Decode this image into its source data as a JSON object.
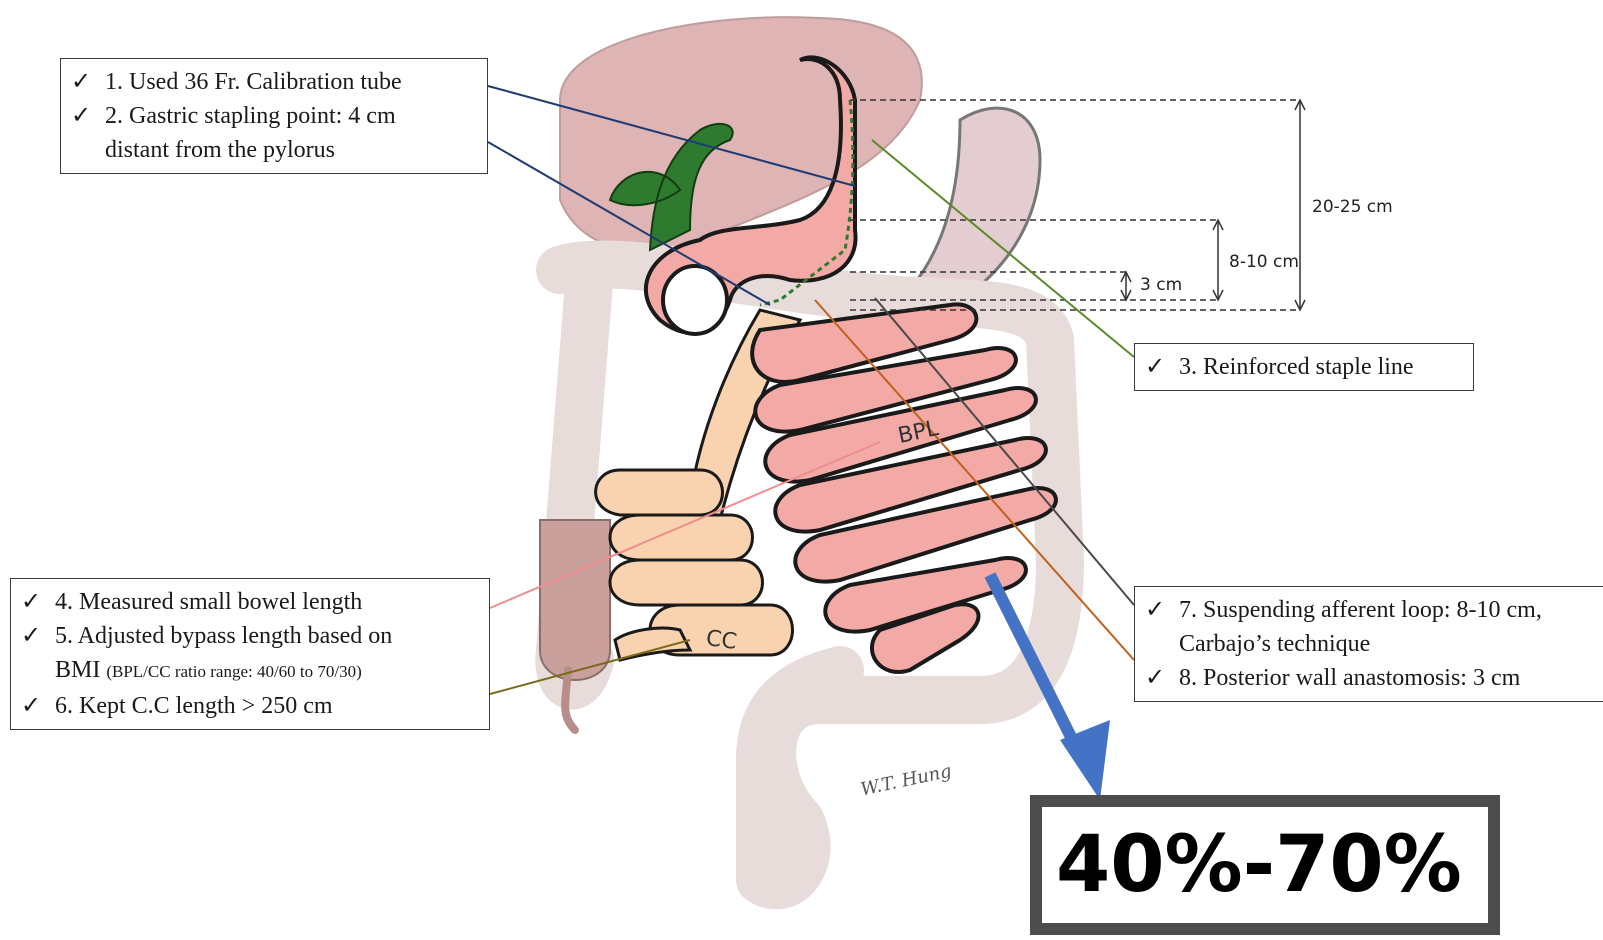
{
  "callouts": {
    "top_left": [
      {
        "check": "✓",
        "text": "1. Used 36 Fr. Calibration tube"
      },
      {
        "check": "✓",
        "text": "2. Gastric stapling point: 4 cm",
        "continuation": "distant from the pylorus"
      }
    ],
    "staple": [
      {
        "check": "✓",
        "text": "3. Reinforced staple line"
      }
    ],
    "bottom_left": [
      {
        "check": "✓",
        "text": "4. Measured small bowel length"
      },
      {
        "check": "✓",
        "text": "5. Adjusted bypass length based on",
        "continuation": "BMI",
        "continuation_small": "(BPL/CC ratio range:  40/60 to 70/30)"
      },
      {
        "check": "✓",
        "text": "6. Kept C.C length > 250 cm"
      }
    ],
    "right": [
      {
        "check": "✓",
        "text": "7. Suspending afferent loop: 8-10 cm,",
        "continuation": "Carbajo’s technique"
      },
      {
        "check": "✓",
        "text": "8. Posterior wall anastomosis: 3 cm"
      }
    ]
  },
  "dimensions": {
    "total": "20-25 cm",
    "loop": "8-10 cm",
    "anastomosis": "3 cm"
  },
  "labels": {
    "bpl": "BPL",
    "cc": "CC",
    "signature": "W.T. Hung"
  },
  "result_box": "40%-70%",
  "colors": {
    "bowel_pink": "#f3aaa6",
    "bowel_outline": "#1a1a1a",
    "cc_limb": "#f9d3b0",
    "liver": "#d9a7a7",
    "colon": "#e9dedd",
    "gallbladder": "#2e7a2e",
    "arrow": "#4472c4",
    "leader_navy": "#1f3b73",
    "leader_green": "#5b8a2b",
    "leader_orange": "#c0601a",
    "leader_gray": "#4a4a4a",
    "leader_pink": "#f08c8c",
    "leader_olive": "#7a6a1a"
  }
}
